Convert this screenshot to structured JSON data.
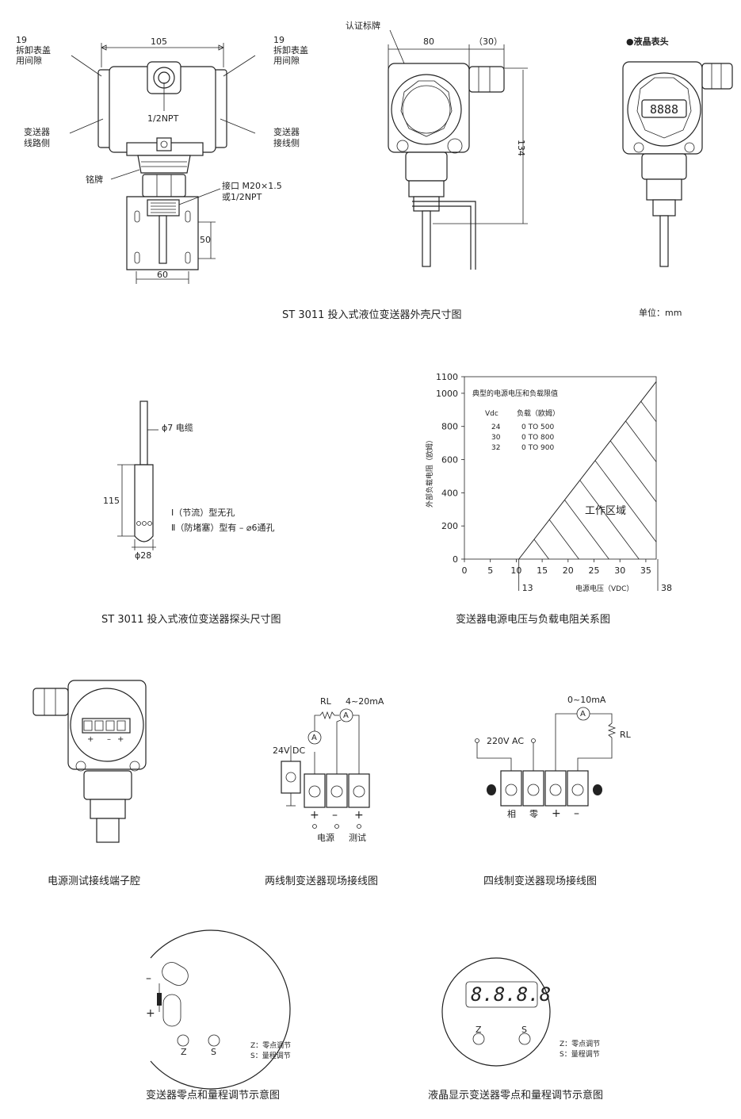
{
  "dimensions": {
    "d105": "105",
    "d19_left": "19",
    "d19_right": "19",
    "cover_gap_left": [
      "拆卸表盖",
      "用间隙"
    ],
    "cover_gap_right": [
      "拆卸表盖",
      "用间隙"
    ],
    "npt": "1/2NPT",
    "circuit_side": [
      "变送器",
      "线路侧"
    ],
    "wiring_side": [
      "变送器",
      "接线侧"
    ],
    "nameplate": "铭牌",
    "port": [
      "接口 M20×1.5",
      "或1/2NPT"
    ],
    "d50": "50",
    "d60": "60",
    "cert_plate": "认证标牌",
    "d80": "80",
    "d30": "（30）",
    "d134": "134",
    "lcd_head": "●液晶表头",
    "unit": "单位：mm",
    "caption1": "ST 3011 投入式液位变送器外壳尺寸图"
  },
  "probe": {
    "cable": "ϕ7 电缆",
    "d115": "115",
    "d28": "ϕ28",
    "type1": "Ⅰ（节流）型无孔",
    "type2": "Ⅱ（防堵塞）型有 – ⌀6通孔",
    "caption": "ST 3011 投入式液位变送器探头尺寸图"
  },
  "chart_data": {
    "type": "line",
    "title": "典型的电源电压和负载限值",
    "xlabel": "电源电压（VDC）",
    "ylabel": "外部负载电阻（欧姆）",
    "xlim": [
      0,
      38
    ],
    "ylim": [
      0,
      1100
    ],
    "x_ticks": [
      0,
      5,
      10,
      15,
      20,
      25,
      30,
      35
    ],
    "y_ticks": [
      0,
      200,
      400,
      600,
      800,
      1000,
      1100
    ],
    "x_marks": [
      13,
      38
    ],
    "region_label": "工作区域",
    "table_headers": [
      "Vdc",
      "负载（欧姆）"
    ],
    "table_rows": [
      [
        "24",
        "0 TO 500"
      ],
      [
        "30",
        "0 TO 800"
      ],
      [
        "32",
        "0 TO 900"
      ]
    ],
    "series": [
      {
        "x": [
          10.5,
          37
        ],
        "y": [
          0,
          1070
        ]
      }
    ],
    "caption": "变送器电源电压与负载电阻关系图"
  },
  "wiring": {
    "terminal_caption": "电源测试接线端子腔",
    "two_wire": {
      "rl": "RL",
      "current": "4~20mA",
      "supply": "24V DC",
      "power": "电源",
      "test": "测试",
      "signs": [
        "+",
        "–",
        "+"
      ],
      "caption": "两线制变送器现场接线图"
    },
    "four_wire": {
      "current": "0~10mA",
      "rl": "RL",
      "supply": "220V AC",
      "labels": [
        "相",
        "零",
        "+",
        "–"
      ],
      "caption": "四线制变送器现场接线图"
    },
    "ammeter": "A",
    "terminal_signs": [
      "+",
      "–",
      "+"
    ]
  },
  "adjust": {
    "minus": "–",
    "plus": "+",
    "z": "Z",
    "s": "S",
    "legend_z": "Z：零点调节",
    "legend_s": "S：量程调节",
    "caption1": "变送器零点和量程调节示意图",
    "lcd_digits": "8.8.8.8",
    "caption2": "液晶显示变送器零点和量程调节示意图"
  }
}
